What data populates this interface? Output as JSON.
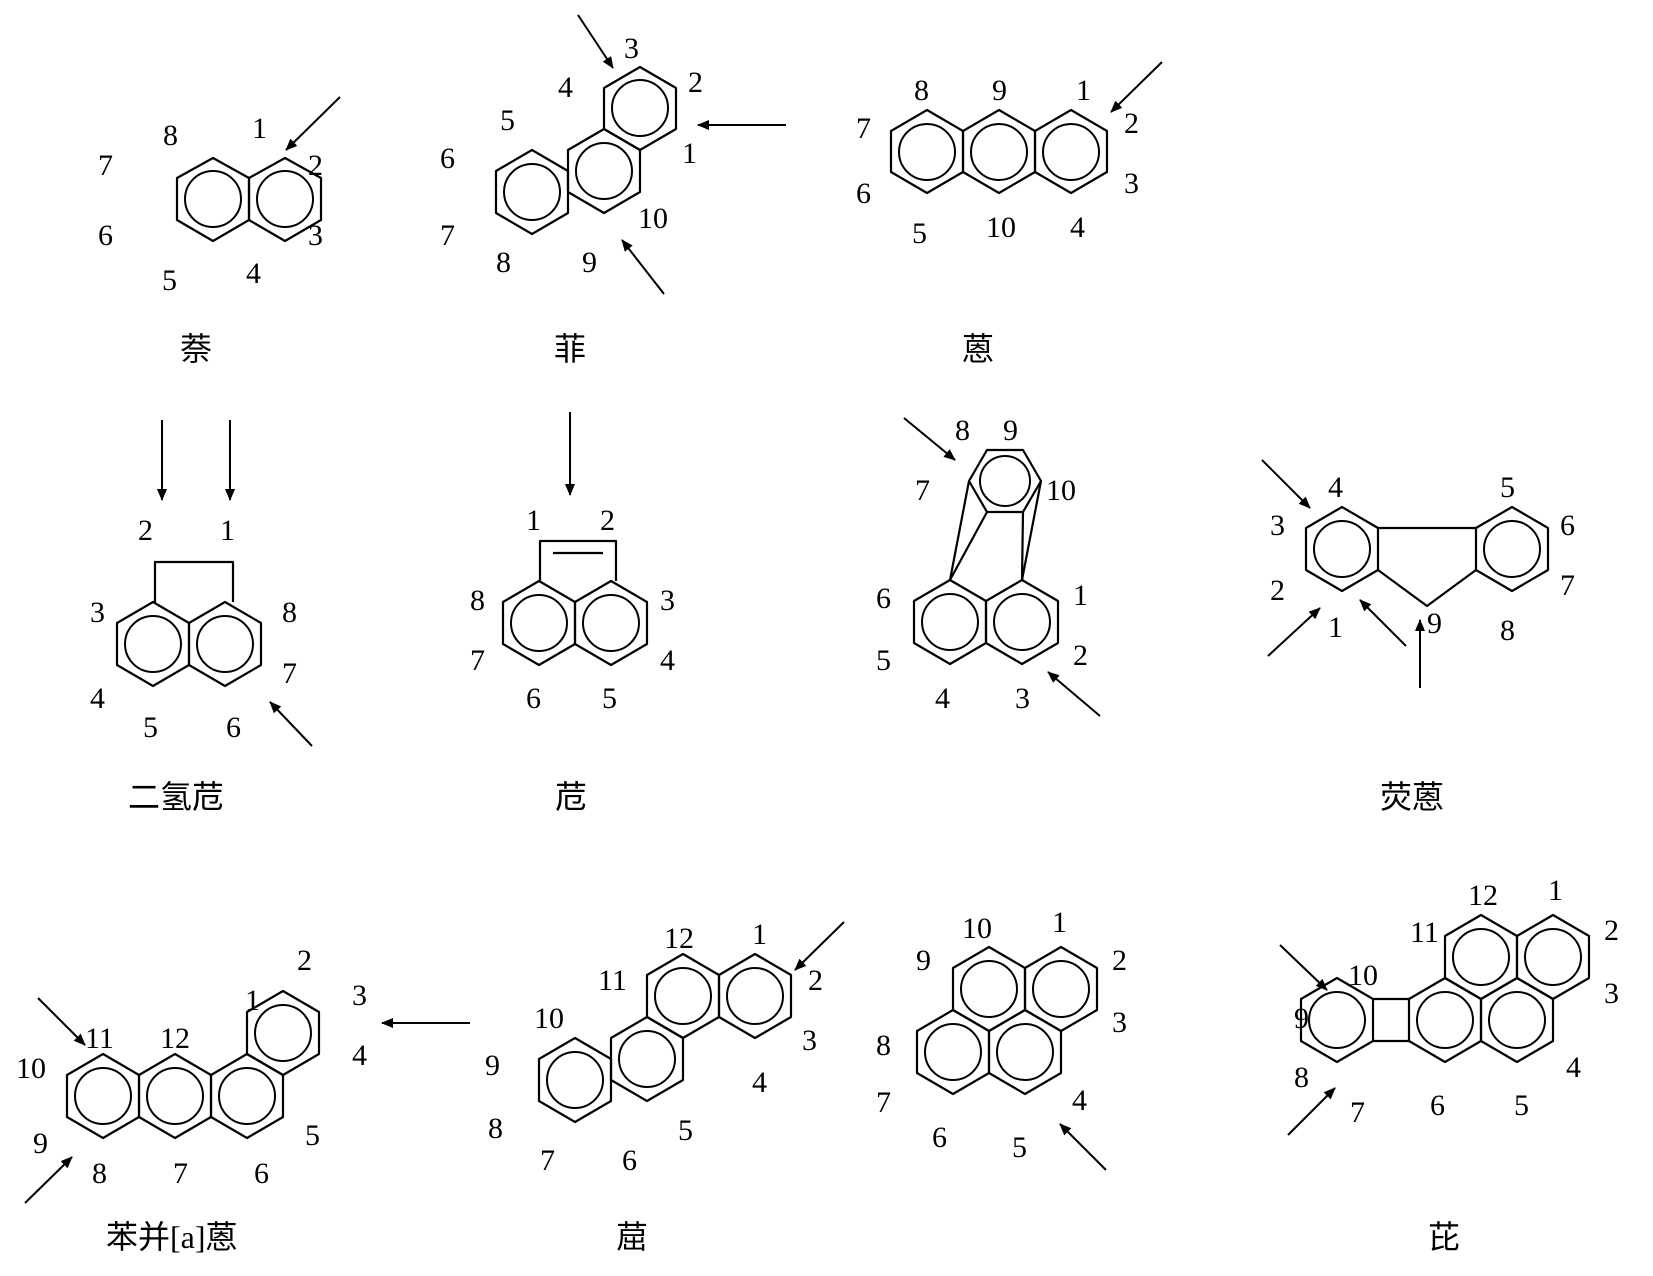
{
  "title": "",
  "compounds": {
    "naphthalene": {
      "name": "萘",
      "labels": [
        "1",
        "2",
        "3",
        "4",
        "5",
        "6",
        "7",
        "8"
      ]
    },
    "phenanthrene": {
      "name": "菲",
      "labels": [
        "1",
        "2",
        "3",
        "4",
        "5",
        "6",
        "7",
        "8",
        "9",
        "10"
      ]
    },
    "anthracene": {
      "name": "蒽",
      "labels": [
        "1",
        "2",
        "3",
        "4",
        "5",
        "6",
        "7",
        "8",
        "9",
        "10"
      ]
    },
    "acenaphthene": {
      "name": "二氢苊",
      "labels": [
        "1",
        "2",
        "3",
        "4",
        "5",
        "6",
        "7",
        "8"
      ]
    },
    "acenaphthylene": {
      "name": "苊",
      "labels": [
        "1",
        "2",
        "3",
        "4",
        "5",
        "6",
        "7",
        "8"
      ]
    },
    "fluoranthene": {
      "name": "",
      "labels": [
        "1",
        "2",
        "3",
        "4",
        "5",
        "6",
        "7",
        "8",
        "9",
        "10"
      ]
    },
    "fluorene": {
      "name": "荧蒽",
      "labels": [
        "1",
        "2",
        "3",
        "4",
        "5",
        "6",
        "7",
        "8",
        "9"
      ]
    },
    "benz_a_anthracene": {
      "name": "苯并[a]蒽",
      "labels": [
        "1",
        "2",
        "3",
        "4",
        "5",
        "6",
        "7",
        "8",
        "9",
        "10",
        "11",
        "12"
      ]
    },
    "chrysene": {
      "name": "䓛",
      "labels": [
        "1",
        "2",
        "3",
        "4",
        "5",
        "6",
        "7",
        "8",
        "9",
        "10",
        "11",
        "12"
      ]
    },
    "pyrene": {
      "name": "",
      "labels": [
        "1",
        "2",
        "3",
        "4",
        "5",
        "6",
        "7",
        "8",
        "9",
        "10"
      ]
    },
    "benzo_a_pyrene": {
      "name": "芘",
      "labels": [
        "1",
        "2",
        "3",
        "4",
        "5",
        "6",
        "7",
        "8",
        "9",
        "10",
        "11",
        "12"
      ]
    }
  }
}
